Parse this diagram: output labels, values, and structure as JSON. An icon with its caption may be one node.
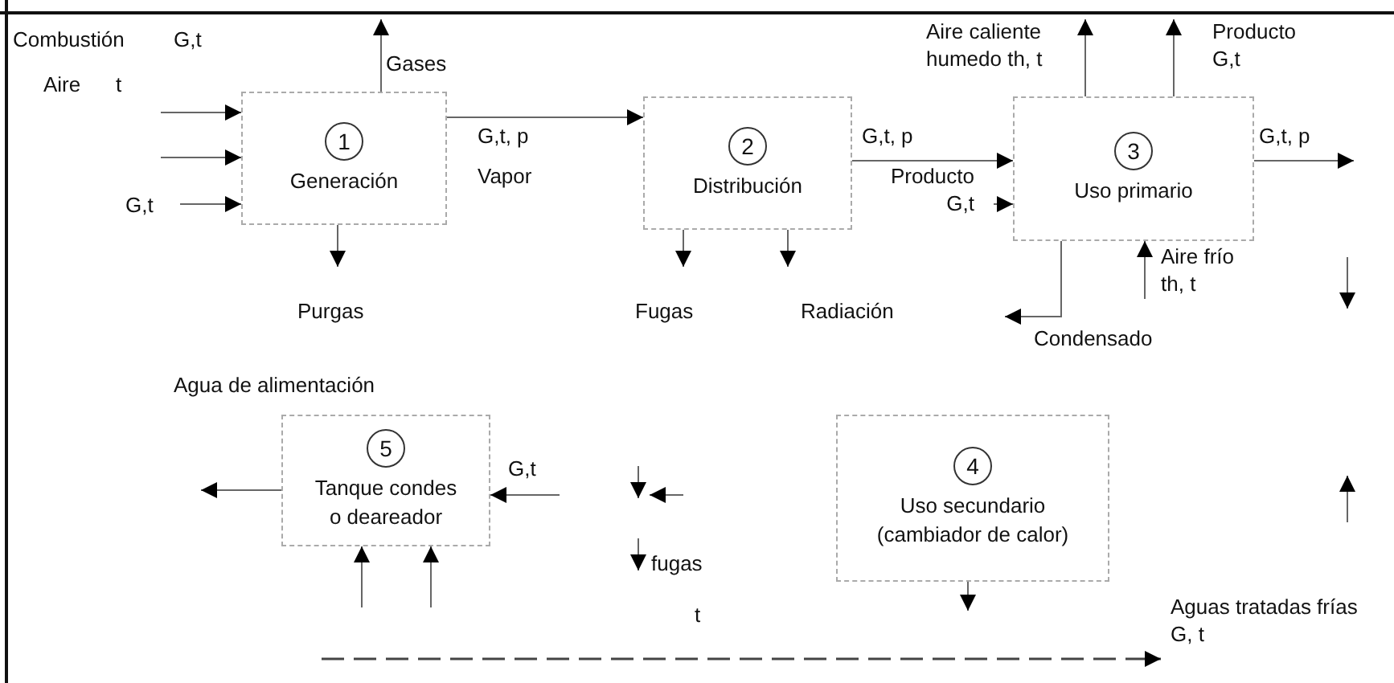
{
  "diagram": {
    "nodes": [
      {
        "text": [
          "1",
          "Generación"
        ]
      },
      {
        "text": [
          "2",
          "Distribución"
        ]
      },
      {
        "text": [
          "3",
          "Uso primario"
        ]
      },
      {
        "text": [
          "4",
          "Uso secundario (cambiador de calor)"
        ]
      },
      {
        "text": [
          "5",
          "Tanque condes o deareador"
        ]
      }
    ],
    "edges": [
      {
        "from": null,
        "to": 0,
        "arrow": "to"
      },
      {
        "from": null,
        "to": 0,
        "arrow": "to"
      },
      {
        "from": null,
        "to": 0,
        "arrow": "to"
      },
      {
        "from": 0,
        "to": null,
        "arrow": "to"
      },
      {
        "from": 0,
        "to": null,
        "arrow": "to"
      },
      {
        "from": 0,
        "to": 1,
        "arrow": "to"
      },
      {
        "from": 1,
        "to": null,
        "arrow": "to"
      },
      {
        "from": 1,
        "to": null,
        "arrow": "to"
      },
      {
        "from": 1,
        "to": 2,
        "arrow": "to"
      },
      {
        "from": null,
        "to": 2,
        "arrow": "to"
      },
      {
        "from": 2,
        "to": null,
        "arrow": "to"
      },
      {
        "from": 2,
        "to": null,
        "arrow": "to"
      },
      {
        "from": 2,
        "to": null,
        "arrow": "to"
      },
      {
        "from": null,
        "to": 2,
        "arrow": "to"
      },
      {
        "from": 2,
        "to": null,
        "arrow": "to"
      },
      {
        "from": 4,
        "to": null,
        "arrow": "to"
      },
      {
        "from": null,
        "to": 4,
        "arrow": "to"
      },
      {
        "from": null,
        "to": 4,
        "arrow": "to"
      },
      {
        "from": null,
        "to": 4,
        "arrow": "to"
      },
      {
        "from": 3,
        "to": null,
        "arrow": "to"
      }
    ],
    "labels": [
      "Aire caliente humedo th, t",
      "Producto G,t",
      "Gases",
      "Combustión",
      "G,t",
      "Aire",
      "t",
      "G,t, p",
      "Vapor",
      "G,t, p",
      "Producto G,t",
      "G,t, p",
      "G,t",
      "Purgas",
      "Fugas",
      "Radiación",
      "Aire frío th, t",
      "Condensado",
      "Agua de alimentación",
      "G,t",
      "fugas",
      "t",
      "Aguas tratadas frías G, t"
    ]
  }
}
